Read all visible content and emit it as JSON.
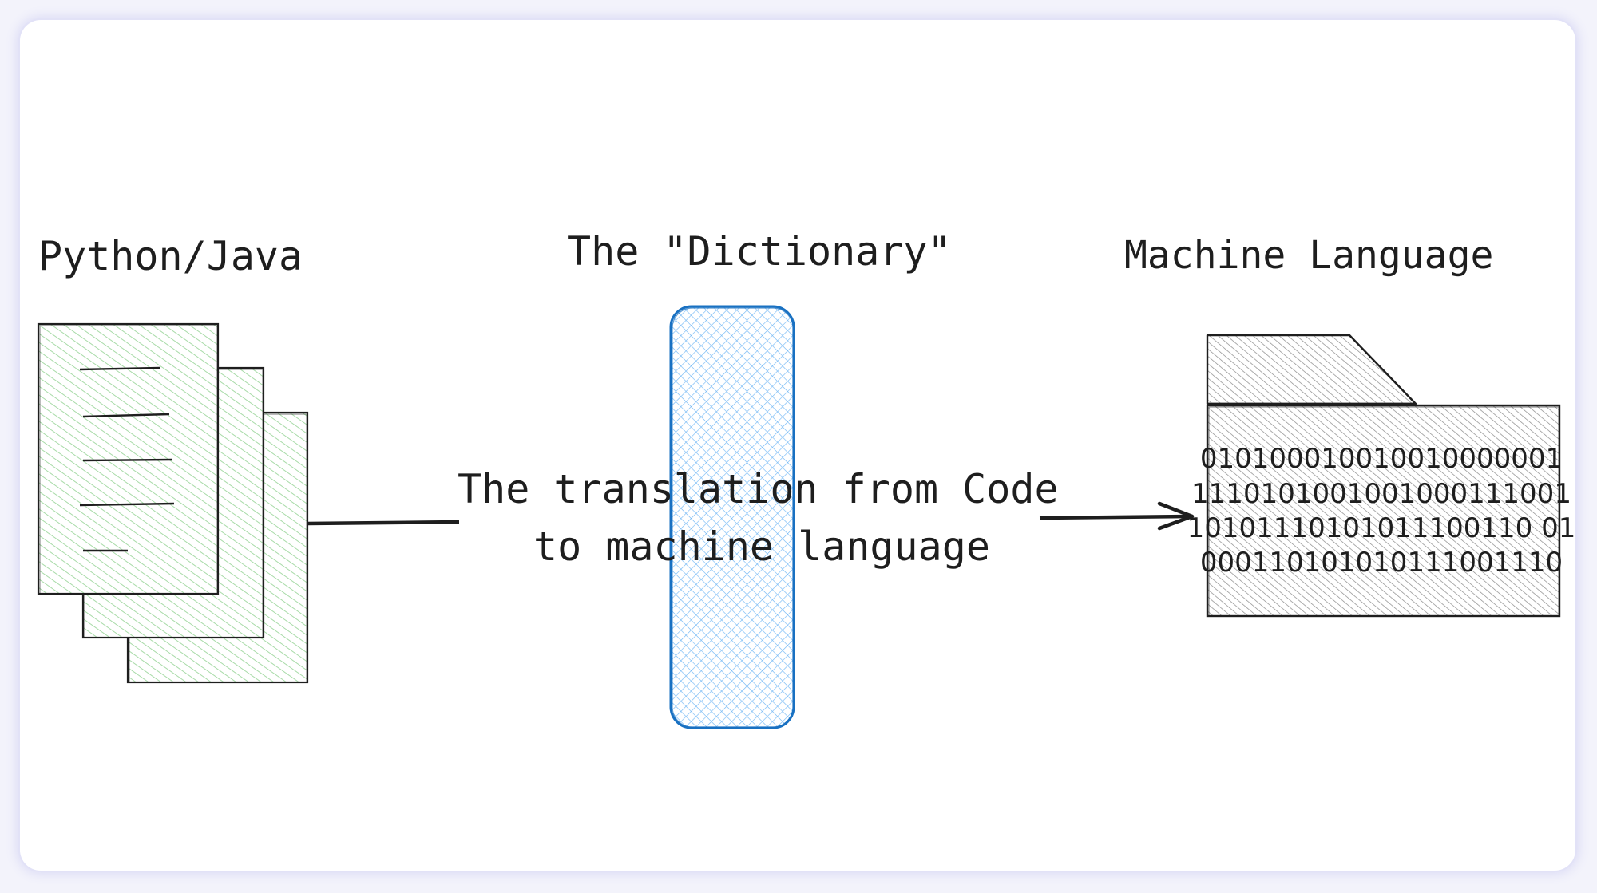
{
  "diagram": {
    "source_label": "Python/Java",
    "dictionary_label": "The \"Dictionary\"",
    "target_label": "Machine Language",
    "translation_line1": "The translation from Code",
    "translation_line2": "to machine language",
    "binary_lines": [
      "010100010010010000001",
      "1110101001001000111001",
      "10101110101011100110 01",
      "000110101010111001110"
    ]
  },
  "colors": {
    "stroke": "#1e1e1e",
    "doc_fill": "#c9ebc9",
    "dictionary_fill": "#a5d8ff",
    "dictionary_stroke": "#1971c2",
    "folder_fill": "#c8c8c8",
    "frame_border": "#dadaf5"
  },
  "icons": {
    "source": "stacked-documents-icon",
    "target": "folder-icon"
  }
}
